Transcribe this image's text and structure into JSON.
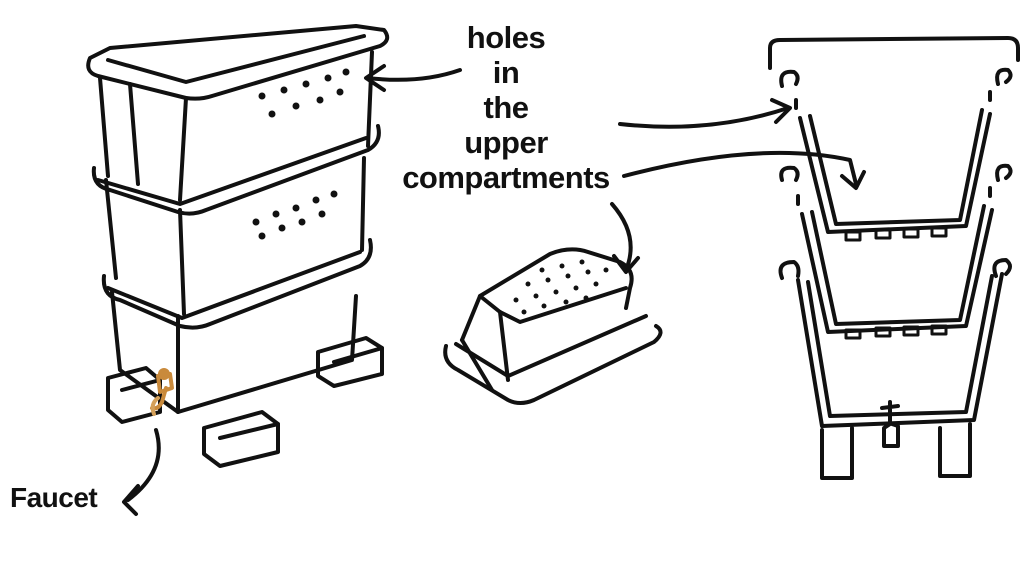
{
  "labels": {
    "holes_lines": [
      "holes",
      "in",
      "the",
      "upper",
      "compartments"
    ],
    "faucet": "Faucet"
  },
  "colors": {
    "ink": "#111111",
    "background": "#ffffff",
    "faucet_highlight": "#c98a3c"
  }
}
